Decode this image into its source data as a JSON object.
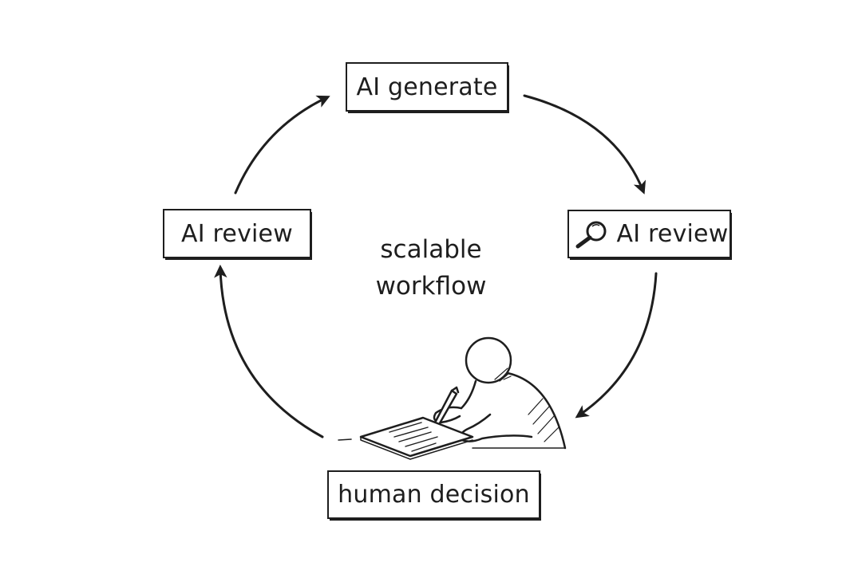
{
  "diagram": {
    "nodes": {
      "top": {
        "label": "AI generate"
      },
      "right": {
        "label": "AI review",
        "icon": "magnifying-glass-icon"
      },
      "left": {
        "label": "AI review"
      },
      "bottom": {
        "label": "human decision"
      }
    },
    "center": {
      "line1": "scalable",
      "line2": "workflow"
    },
    "figure": "person-writing-illustration",
    "stroke_color": "#1e1e1e",
    "background_color": "#ffffff"
  }
}
